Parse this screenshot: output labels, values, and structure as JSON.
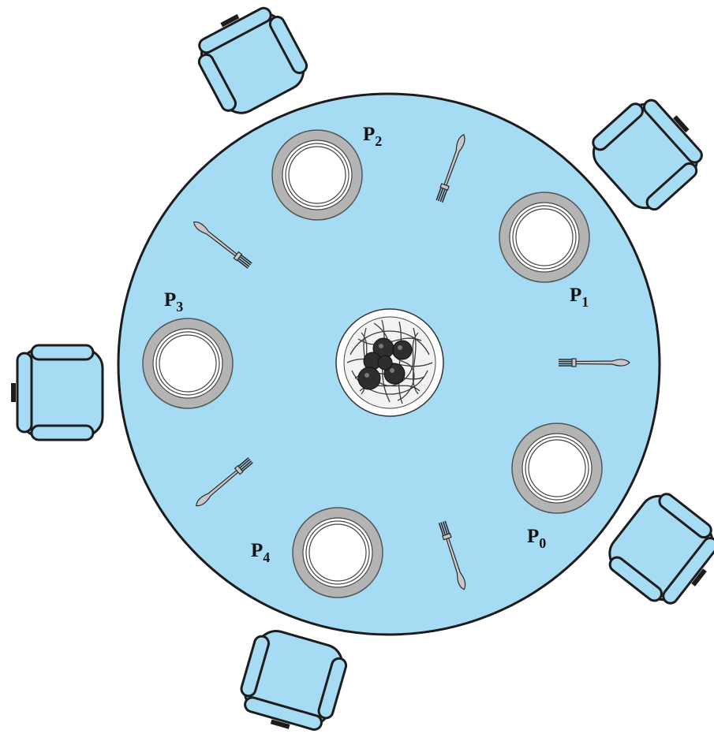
{
  "title": "",
  "colors": {
    "table": "#a6dbf4",
    "chair": "#a6dbf4",
    "outline": "#1c1c1c",
    "plate_rim": "#b4b4b4",
    "plate_center": "#ffffff",
    "fork": "#c0c0c0",
    "spaghetti_bowl": "#ffffff",
    "meatball": "#333333",
    "background": "#ffffff"
  },
  "center_dish": {
    "name": "spaghetti-bowl-icon"
  },
  "philosophers": [
    {
      "id": "P0",
      "letter": "P",
      "index": "0"
    },
    {
      "id": "P1",
      "letter": "P",
      "index": "1"
    },
    {
      "id": "P2",
      "letter": "P",
      "index": "2"
    },
    {
      "id": "P3",
      "letter": "P",
      "index": "3"
    },
    {
      "id": "P4",
      "letter": "P",
      "index": "4"
    }
  ],
  "forks": [
    {
      "icon": "fork-icon"
    },
    {
      "icon": "fork-icon"
    },
    {
      "icon": "fork-icon"
    },
    {
      "icon": "fork-icon"
    },
    {
      "icon": "fork-icon"
    }
  ],
  "chairs": [
    {
      "icon": "chair-icon"
    },
    {
      "icon": "chair-icon"
    },
    {
      "icon": "chair-icon"
    },
    {
      "icon": "chair-icon"
    },
    {
      "icon": "chair-icon"
    }
  ]
}
